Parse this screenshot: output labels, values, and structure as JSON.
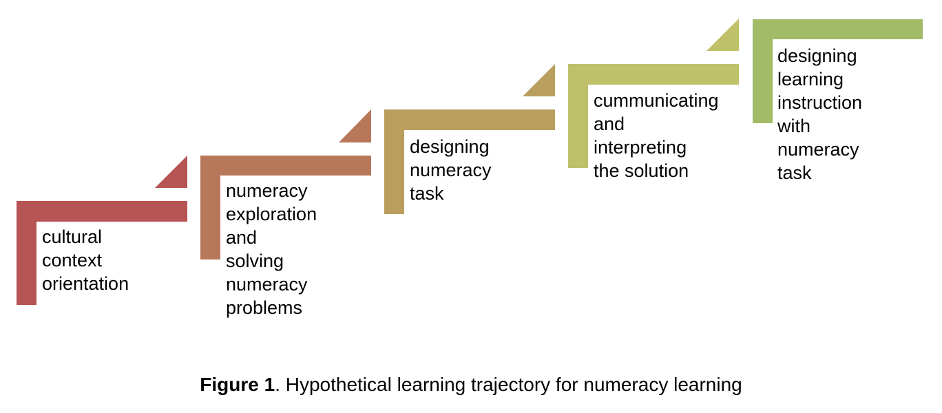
{
  "steps": [
    {
      "label": "cultural context\norientation",
      "color": "#B75454"
    },
    {
      "label": "numeracy\nexploration and\nsolving\nnumeracy\nproblems",
      "color": "#B7785A"
    },
    {
      "label": "designing\nnumeracy task",
      "color": "#BA9E5E"
    },
    {
      "label": "cummunicating\nand interpreting\nthe solution",
      "color": "#BFC06A"
    },
    {
      "label": "designing\nlearning\ninstruction with\nnumeracy task",
      "color": "#A2BB66"
    }
  ],
  "caption": {
    "prefix": "Figure 1",
    "text": ". Hypothetical learning trajectory for numeracy learning"
  }
}
